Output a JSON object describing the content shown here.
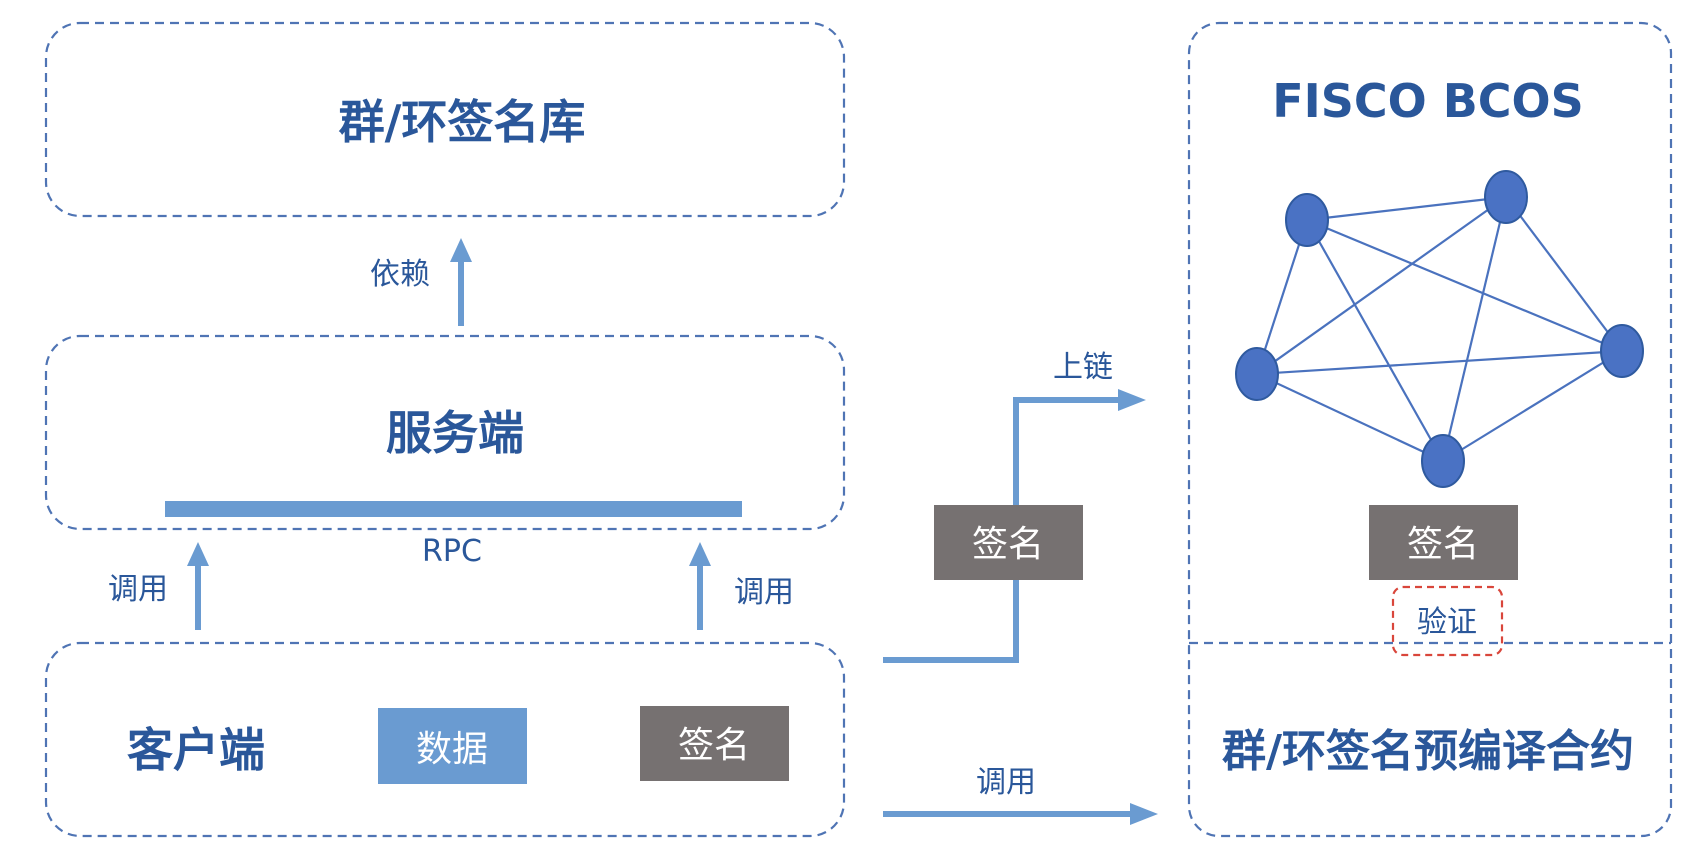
{
  "colors": {
    "title_blue": "#2a579a",
    "dashed_border": "#4f74b4",
    "arrow_blue": "#6a9bd1",
    "data_chip": "#6a9bd1",
    "sign_chip": "#767171",
    "verify_border": "#d9463b",
    "node_fill": "#4a72c4"
  },
  "library_box": {
    "title": "群/环签名库"
  },
  "depend_label": "依赖",
  "server_box": {
    "title": "服务端",
    "rpc_label": "RPC"
  },
  "call_left_label": "调用",
  "call_right_label": "调用",
  "client_box": {
    "title": "客户端",
    "data_chip": "数据",
    "sign_chip": "签名"
  },
  "middle": {
    "sign_chip": "签名",
    "uplink_label": "上链",
    "call_label": "调用"
  },
  "chain_box": {
    "title": "FISCO BCOS",
    "sign_chip": "签名",
    "verify_label": "验证",
    "contract_title": "群/环签名预编译合约",
    "network_nodes": 5
  }
}
